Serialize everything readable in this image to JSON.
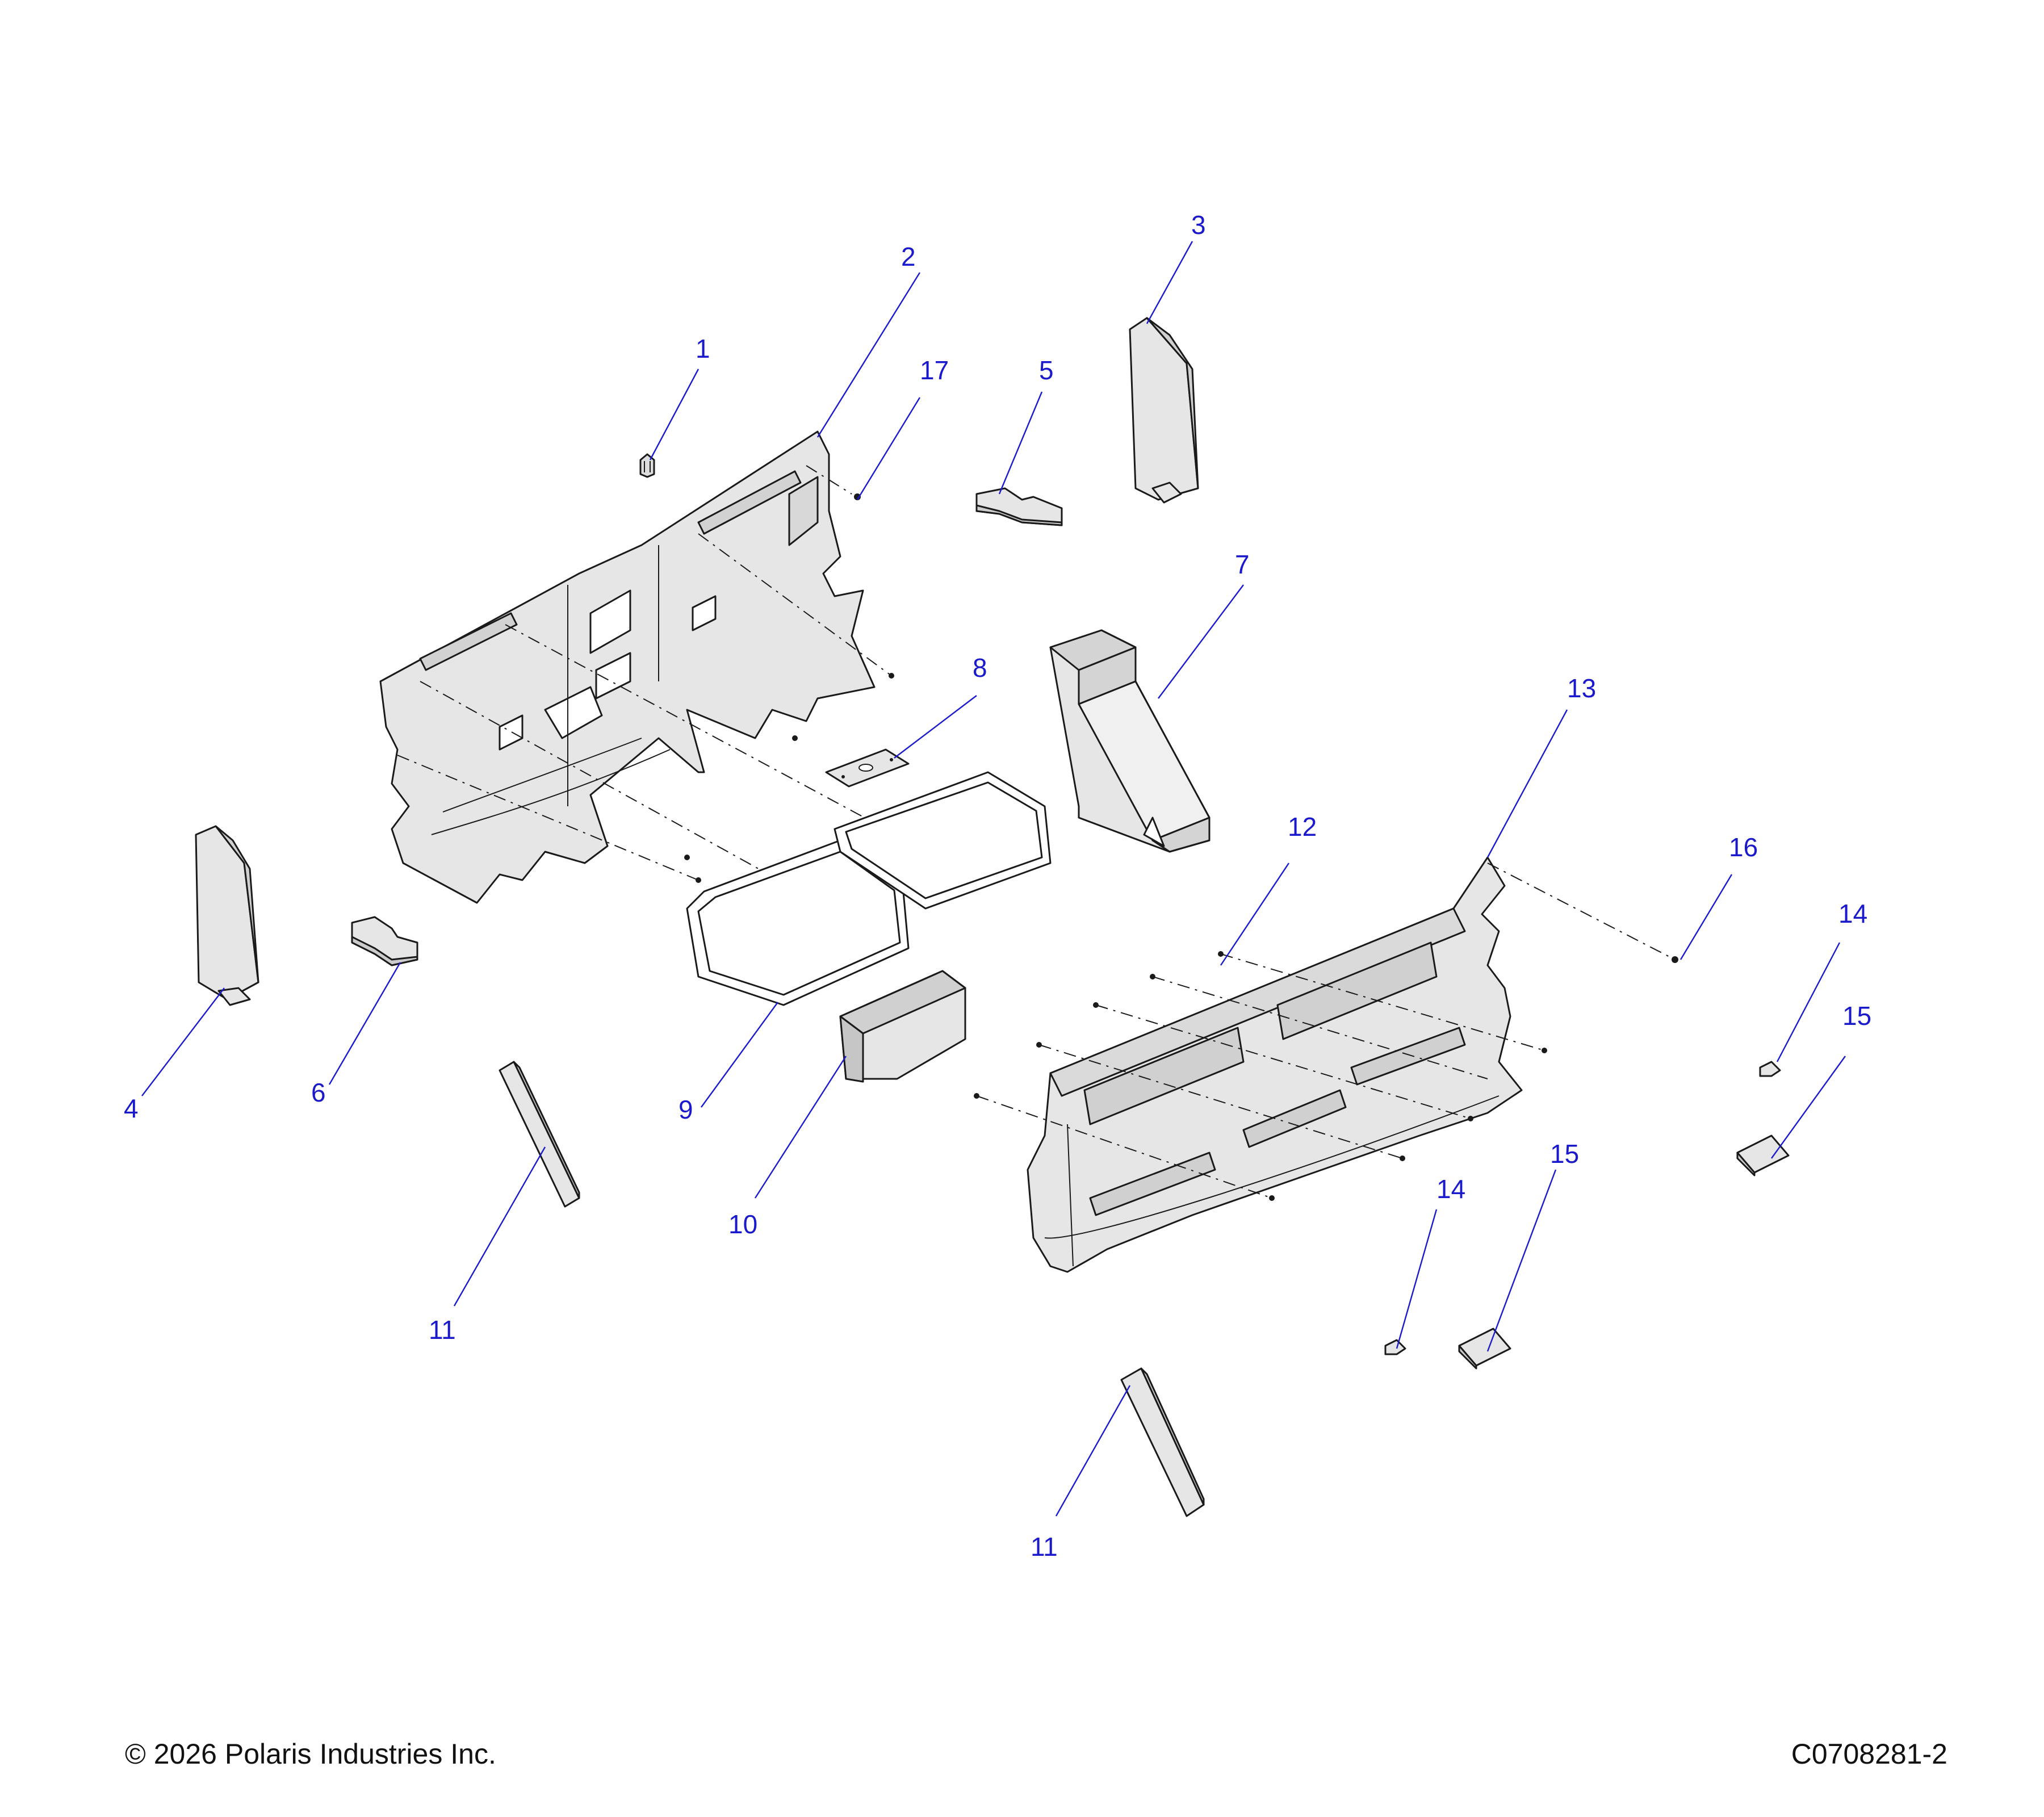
{
  "footer": {
    "copyright": "© 2026 Polaris Industries Inc.",
    "figure_id": "C0708281-2"
  },
  "callouts": [
    "1",
    "2",
    "3",
    "4",
    "5",
    "6",
    "7",
    "8",
    "9",
    "10",
    "11",
    "11",
    "12",
    "13",
    "14",
    "14",
    "15",
    "15",
    "16",
    "17"
  ],
  "colors": {
    "callout": "#1a1acc",
    "part_fill": "#e6e6e6",
    "part_shade": "#c9c9c9",
    "outline": "#1a1a1a"
  }
}
